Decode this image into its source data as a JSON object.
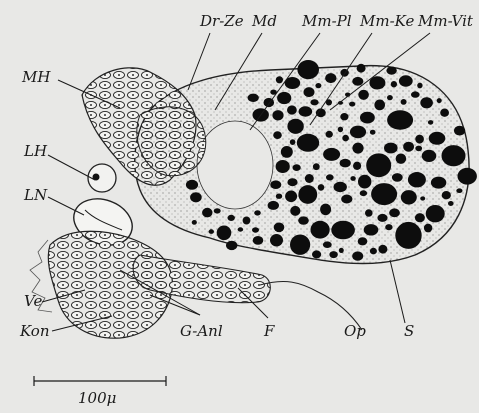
{
  "figure": {
    "labels": {
      "dr_ze": "Dr-Ze",
      "md": "Md",
      "mm_pl": "Mm-Pl",
      "mm_ke": "Mm-Ke",
      "mm_vit": "Mm-Vit",
      "mh": "MH",
      "lh": "LH",
      "ln": "LN",
      "ve": "Ve",
      "kon": "Kon",
      "g_anl": "G-Anl",
      "f": "F",
      "op": "Op",
      "s": "S"
    },
    "scale_bar": {
      "label": "100μ"
    }
  }
}
